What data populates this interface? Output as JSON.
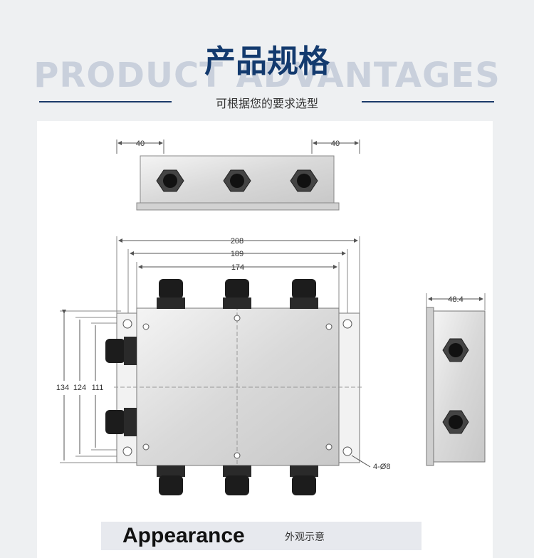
{
  "header": {
    "background_word": "PRODUCT ADVANTAGES",
    "title": "产品规格",
    "subtitle": "可根据您的要求选型"
  },
  "drawing": {
    "top_view": {
      "left_dim": "40",
      "right_dim": "40"
    },
    "front_view": {
      "width_dims": [
        "208",
        "189",
        "174"
      ],
      "height_dims": [
        "134",
        "124",
        "111"
      ],
      "hole_label": "4-Ø8"
    },
    "side_view": {
      "depth_dim": "48.4"
    }
  },
  "caption": {
    "english": "Appearance",
    "chinese": "外观示意"
  },
  "colors": {
    "title": "#133a6e",
    "rule": "#1a3a6a",
    "background": "#eef0f2"
  }
}
